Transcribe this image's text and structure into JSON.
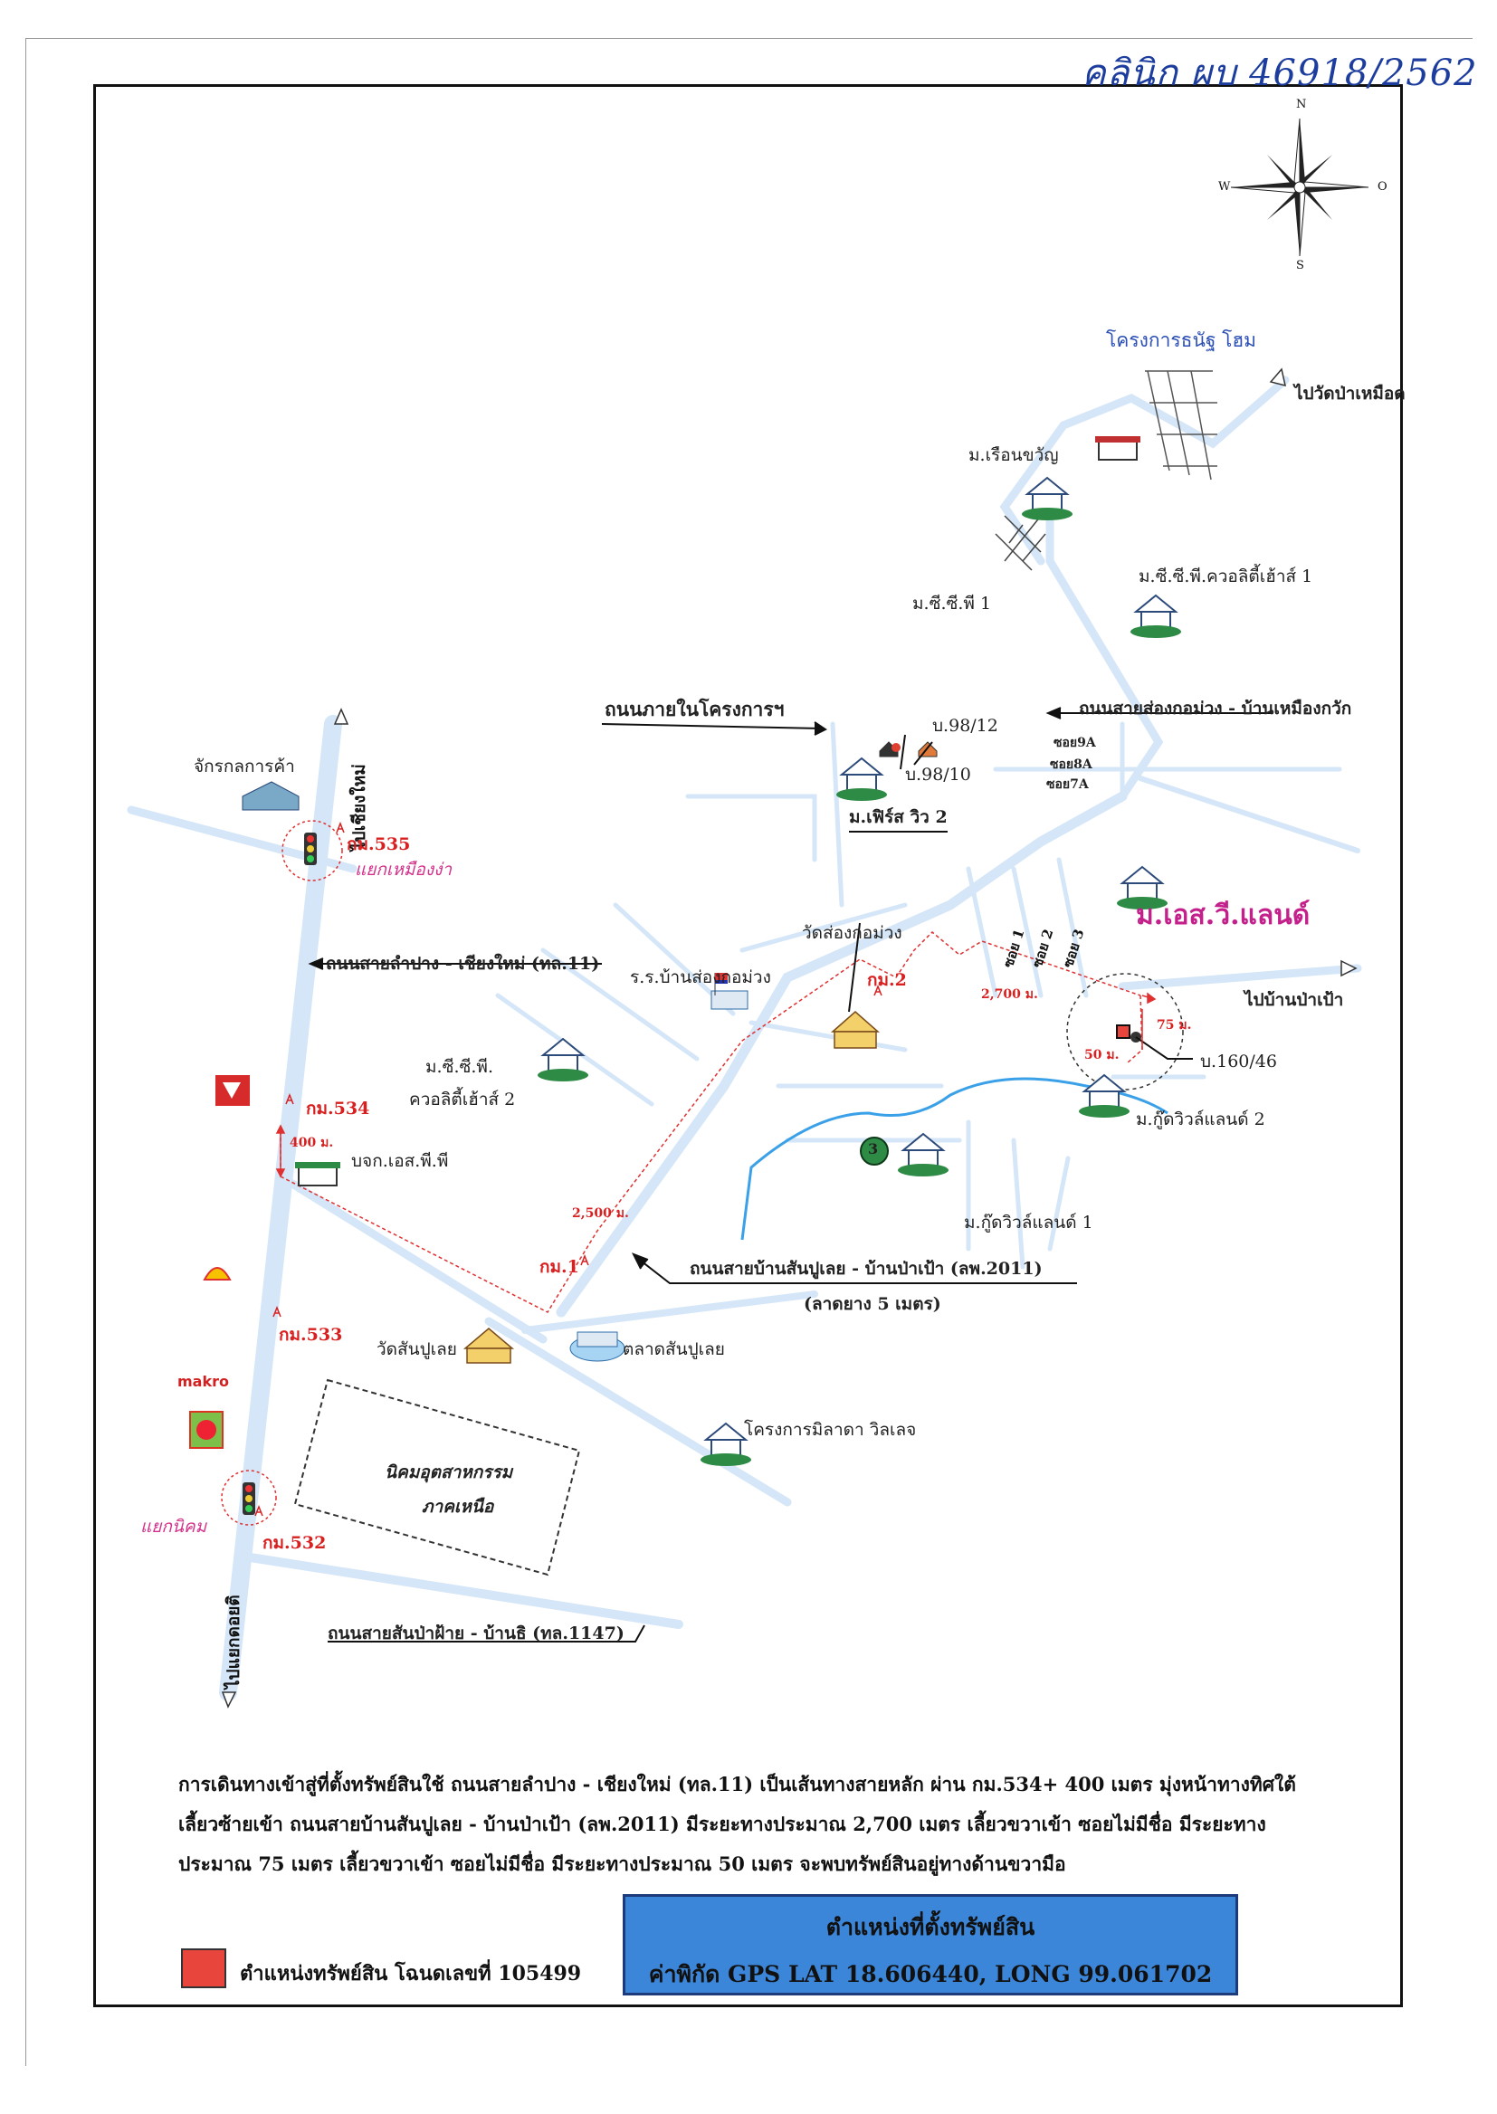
{
  "handwritten_note": "คลินิก ผบ 46918/2562",
  "compass": {
    "n": "N",
    "s": "S",
    "w": "W",
    "e": "O"
  },
  "labels": {
    "project_thanat_home": "โครงการธนัฐ โฮม",
    "to_wat_pa_muet": "ไปวัดป่าเหมือด",
    "muban_ruean_khwan": "ม.เรือนขวัญ",
    "muban_cp_quality_1": "ม.ซี.ซี.พี.ควอลิตี้เฮ้าส์ 1",
    "muban_cp": "ม.ซี.ซี.พี 1",
    "road_in_project": "ถนนภายในโครงการฯ",
    "house_98_12": "บ.98/12",
    "house_98_10": "บ.98/10",
    "muban_first_view_2": "ม.เฟิร์ส วิว 2",
    "road_song_kon_muang": "ถนนสายส่องกอม่วง - บ้านเหมืองกวัก",
    "soi_9a": "ซอย9A",
    "soi_8a": "ซอย8A",
    "soi_7a": "ซอย7A",
    "muban_sv_land": "ม.เอส.วี.แลนด์",
    "soi_1": "ซอย 1",
    "soi_2": "ซอย 2",
    "soi_3": "ซอย 3",
    "wat_song_kon_muang": "วัดส่องกอม่วง",
    "km_2": "กม.2",
    "dist_2700": "2,700 ม.",
    "dist_75": "75 ม.",
    "dist_50": "50 ม.",
    "to_ban_pa_pao": "ไปบ้านป่าเป้า",
    "house_160_46": "บ.160/46",
    "muban_goodwill_2": "ม.กู๊ดวิวล์แลนด์ 2",
    "muban_goodwill_1": "ม.กู๊ดวิวล์แลนด์ 1",
    "school": "ร.ร.บ้านส่องกอม่วง",
    "road_lampang_cm": "ถนนสายลำปาง - เชียงใหม่ (ทล.11)",
    "muban_cp_quality_2a": "ม.ซี.ซี.พี.",
    "muban_cp_quality_2b": "ควอลิตี้เฮ้าส์ 2",
    "machinery_shop": "จักรกลการค้า",
    "to_chiang_mai": "ไปเชียงใหม่",
    "km_535": "กม.535",
    "yaek_mueang_ngam": "แยกเหมืองง่า",
    "km_534": "กม.534",
    "dist_400": "400 ม.",
    "company_sp": "บจก.เอส.พี.พี",
    "dist_2500": "2,500 ม.",
    "km_1": "กม.1",
    "road_san_pu_loei": "ถนนสายบ้านสันปูเลย - บ้านป่าเป้า (ลพ.2011)",
    "road_asphalt": "(ลาดยาง 5 เมตร)",
    "wat_san_pu_loei": "วัดสันปูเลย",
    "market_san_pu_loei": "ตลาดสันปูเลย",
    "km_533": "กม.533",
    "makro": "makro",
    "project_milada": "โครงการมิลาดา วิลเลจ",
    "industrial_estate_1": "นิคมอุตสาหกรรม",
    "industrial_estate_2": "ภาคเหนือ",
    "yaek_nikhom": "แยกนิคม",
    "km_532": "กม.532",
    "to_yaek_doi_saket": "ไปแยกดอยติ",
    "road_san_pa_tong": "ถนนสายสันป่าฝ้าย - บ้านธิ (ทล.1147)",
    "marker_3": "3"
  },
  "description": [
    "การเดินทางเข้าสู่ที่ตั้งทรัพย์สินใช้ ถนนสายลำปาง - เชียงใหม่ (ทล.11) เป็นเส้นทางสายหลัก ผ่าน กม.534+ 400 เมตร มุ่งหน้าทางทิศใต้",
    "เลี้ยวซ้ายเข้า ถนนสายบ้านสันปูเลย - บ้านป่าเป้า (ลพ.2011) มีระยะทางประมาณ 2,700 เมตร เลี้ยวขวาเข้า ซอยไม่มีชื่อ มีระยะทาง",
    "ประมาณ 75 เมตร เลี้ยวขวาเข้า ซอยไม่มีชื่อ มีระยะทางประมาณ 50 เมตร จะพบทรัพย์สินอยู่ทางด้านขวามือ"
  ],
  "infobox": {
    "title": "ตำแหน่งที่ตั้งทรัพย์สิน",
    "gps": "ค่าพิกัด GPS LAT 18.606440,  LONG 99.061702"
  },
  "legend": {
    "label": "ตำแหน่งทรัพย์สิน โฉนดเลขที่ 105499"
  },
  "colors": {
    "road": "#d4e6f7",
    "river": "#3aa0e8",
    "route": "#e03030",
    "property": "#e8453c",
    "infobox": "#3b86d9"
  }
}
